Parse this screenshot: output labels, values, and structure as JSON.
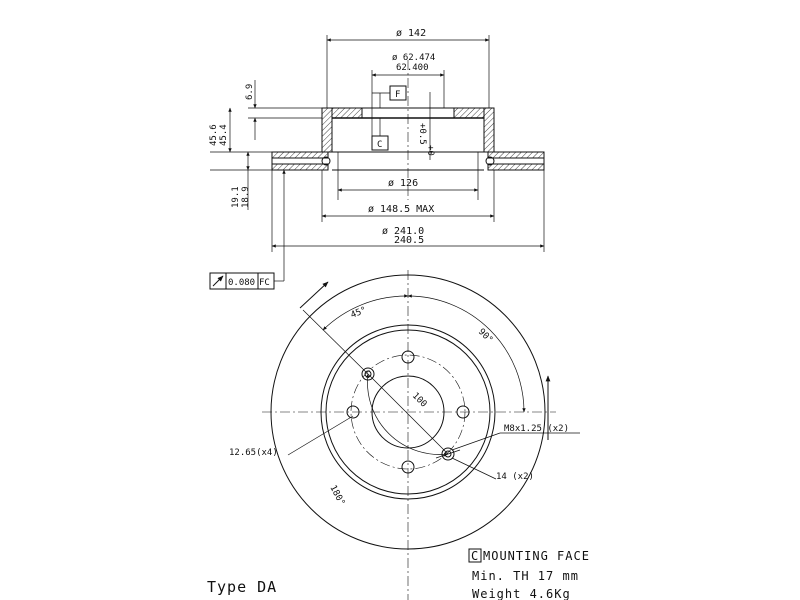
{
  "section": {
    "dia_outer_label": "ø 142",
    "dia_pilot_max": "ø 62.474",
    "dia_pilot_min": "62.400",
    "datum_f": "F",
    "datum_c": "C",
    "hat_height": "6.9",
    "total_height_max": "45.6",
    "total_height_min": "45.4",
    "tolerance_plus": "+0.5",
    "tolerance_minus": "+0",
    "dia_inner_label": "ø 126",
    "dia_hat_label": "ø 148.5 MAX",
    "dia_disc_max": "ø 241.0",
    "dia_disc_min": "240.5",
    "thickness_max": "19.1",
    "thickness_min": "18.9",
    "runout": "0.080",
    "runout_datum": "FC"
  },
  "plan": {
    "angle_45": "45°",
    "angle_90": "90°",
    "angle_180": "180°",
    "pcd": "100",
    "holes": "12.65(x4)",
    "thread": "M8x1.25 (x2)",
    "counterbore": "14 (x2)"
  },
  "legend": {
    "datum_box": "C",
    "mounting_face": "MOUNTING FACE",
    "min_th": "Min. TH  17  mm",
    "weight": "Weight   4.6Kg"
  },
  "type_label": "Type DA"
}
